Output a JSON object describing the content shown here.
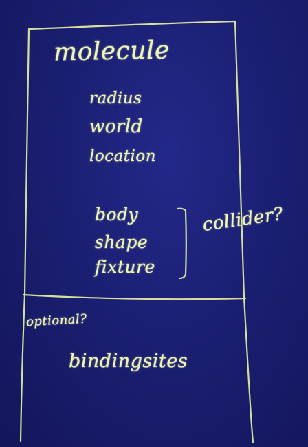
{
  "diagram": {
    "title": "molecule",
    "attributes": [
      "radius",
      "world",
      "location"
    ],
    "collider_group": {
      "items": [
        "body",
        "shape",
        "fixture"
      ],
      "label": "collider?"
    },
    "optional_section": {
      "label": "optional?",
      "item": "bindingsites"
    }
  },
  "colors": {
    "board": "#1b1f72",
    "chalk": "#e3f1a2"
  }
}
